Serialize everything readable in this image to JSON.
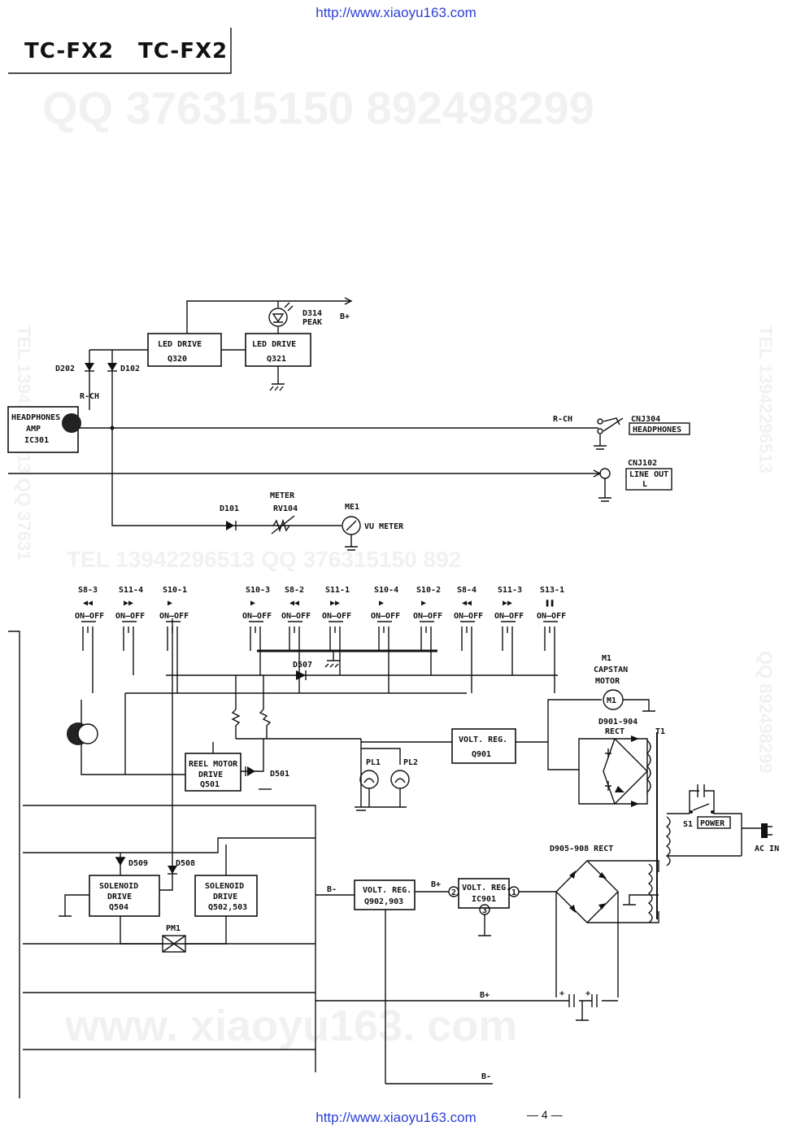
{
  "header": {
    "url_top": "http://www.xiaoyu163.com",
    "url_bottom": "http://www.xiaoyu163.com",
    "model_left": "TC-FX2",
    "model_right": "TC-FX2",
    "page_number": "— 4 —"
  },
  "watermarks": {
    "qq_top": "QQ 376315150   892498299",
    "tel_mid": "TEL  13942296513           QQ  376315150  892",
    "www_bottom": "www. xiaoyu163. com",
    "tel_left_v": "TEL  13942296513  QQ  37631",
    "tel_right_v": "TEL  13942296513",
    "qq_right_v": "QQ  892498299"
  },
  "blocks": {
    "led_drive_q320": [
      "LED  DRIVE",
      "Q320"
    ],
    "led_drive_q321": [
      "LED DRIVE",
      "Q321"
    ],
    "hp_amp": [
      "HEADPHONES",
      "AMP",
      "IC301"
    ],
    "reel_motor": [
      "REEL MOTOR",
      "DRIVE",
      "Q501"
    ],
    "volt_reg_q901": [
      "VOLT. REG.",
      "Q901"
    ],
    "solenoid_q504": [
      "SOLENOID",
      "DRIVE",
      "Q504"
    ],
    "solenoid_q502": [
      "SOLENOID",
      "DRIVE",
      "Q502,503"
    ],
    "volt_reg_q902": [
      "VOLT. REG.",
      "Q902,903"
    ],
    "volt_reg_ic901": [
      "VOLT. REG.",
      "IC901"
    ]
  },
  "labels": {
    "d314": [
      "D314",
      "PEAK"
    ],
    "b_plus": "B+",
    "b_minus": "B-",
    "d202": "D202",
    "d102": "D102",
    "rch": "R-CH",
    "rch2": "R-CH",
    "cnj304": "CNJ304",
    "headphones": "HEADPHONES",
    "cnj102": "CNJ102",
    "line_out": [
      "LINE OUT",
      "L"
    ],
    "meter": "METER",
    "rv104": "RV104",
    "d101": "D101",
    "me1": "ME1",
    "vu": "VU METER",
    "d507": "D507",
    "d501": "D501",
    "pl1": "PL1",
    "pl2": "PL2",
    "d509": "D509",
    "d508": "D508",
    "pm1": "PM1",
    "m1": [
      "M1",
      "CAPSTAN",
      "MOTOR"
    ],
    "d901": [
      "D901-904",
      "RECT"
    ],
    "t1": "T1",
    "s1": "S1",
    "power": "POWER",
    "acin": "AC IN",
    "d905": "D905-908  RECT",
    "pin1": "1",
    "pin2": "2",
    "pin3": "3",
    "on_off_first": "ON—OFF",
    "on_off": "ON—OFF"
  },
  "switches": [
    {
      "name": "S8-3",
      "sym": "◀◀"
    },
    {
      "name": "S11-4",
      "sym": "▶▶"
    },
    {
      "name": "S10-1",
      "sym": "▶"
    },
    {
      "name": "S10-3",
      "sym": "▶"
    },
    {
      "name": "S8-2",
      "sym": "◀◀"
    },
    {
      "name": "S11-1",
      "sym": "▶▶"
    },
    {
      "name": "S10-4",
      "sym": "▶"
    },
    {
      "name": "S10-2",
      "sym": "▶"
    },
    {
      "name": "S8-4",
      "sym": "◀◀"
    },
    {
      "name": "S11-3",
      "sym": "▶▶"
    },
    {
      "name": "S13-1",
      "sym": "❚❚"
    }
  ]
}
